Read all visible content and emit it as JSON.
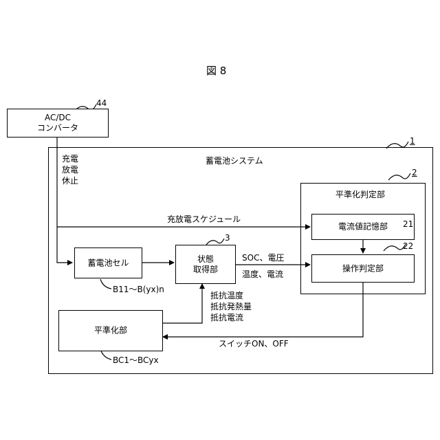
{
  "figure_title": "図  8",
  "ac_dc": {
    "ref": "44",
    "line1": "AC/DC",
    "line2": "コンバータ"
  },
  "system": {
    "ref": "1",
    "title": "蓄電池システム"
  },
  "charge_labels": [
    "充電",
    "放電",
    "休止"
  ],
  "schedule_label": "充放電スケジュール",
  "cell": {
    "label": "蓄電池セル",
    "range": "B11～B(yx)n"
  },
  "acquire": {
    "ref": "3",
    "line1": "状態",
    "line2": "取得部"
  },
  "soc_label": "SOC、電圧",
  "temp_label": "温度、電流",
  "resistor_labels": [
    "抵抗温度",
    "抵抗発熱量",
    "抵抗電流"
  ],
  "judge": {
    "ref": "2",
    "title": "平準化判定部"
  },
  "storage": {
    "ref": "21",
    "label": "電流値記憶部"
  },
  "operation": {
    "ref": "22",
    "label": "操作判定部"
  },
  "leveling": {
    "label": "平準化部",
    "range": "BC1～BCyx"
  },
  "switch_label": "スイッチON、OFF"
}
